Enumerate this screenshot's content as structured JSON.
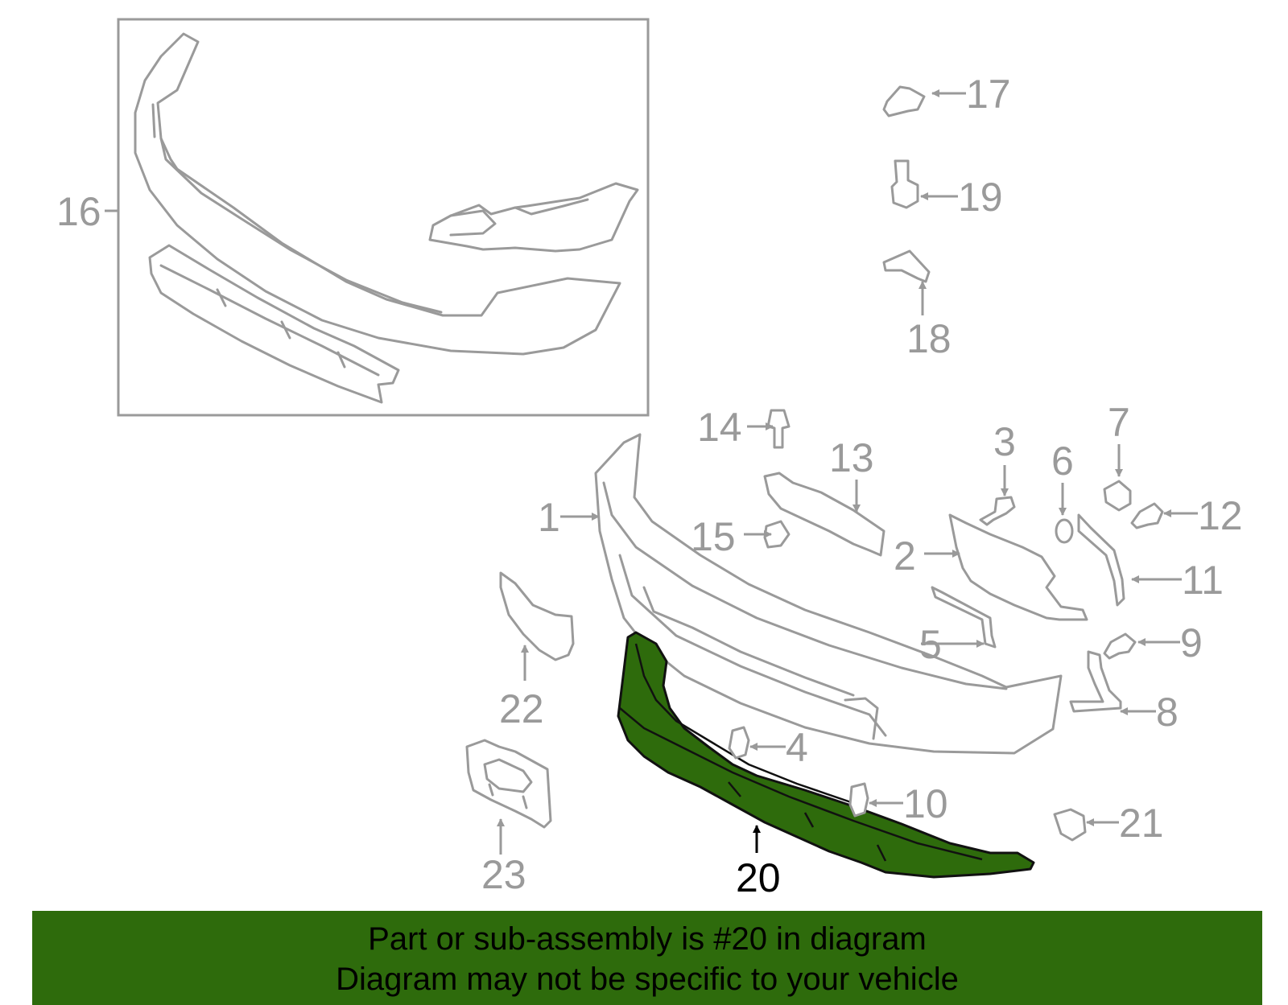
{
  "diagram": {
    "callouts": {
      "c1": "1",
      "c2": "2",
      "c3": "3",
      "c4": "4",
      "c5": "5",
      "c6": "6",
      "c7": "7",
      "c8": "8",
      "c9": "9",
      "c10": "10",
      "c11": "11",
      "c12": "12",
      "c13": "13",
      "c14": "14",
      "c15": "15",
      "c16": "16",
      "c17": "17",
      "c18": "18",
      "c19": "19",
      "c20": "20",
      "c21": "21",
      "c22": "22",
      "c23": "23"
    },
    "highlighted_part": "20",
    "colors": {
      "highlight": "#2e6b0c",
      "line": "#9a9a9a"
    }
  },
  "banner": {
    "line1": "Part or sub-assembly is #20 in diagram",
    "line2": "Diagram may not be specific to your vehicle"
  }
}
